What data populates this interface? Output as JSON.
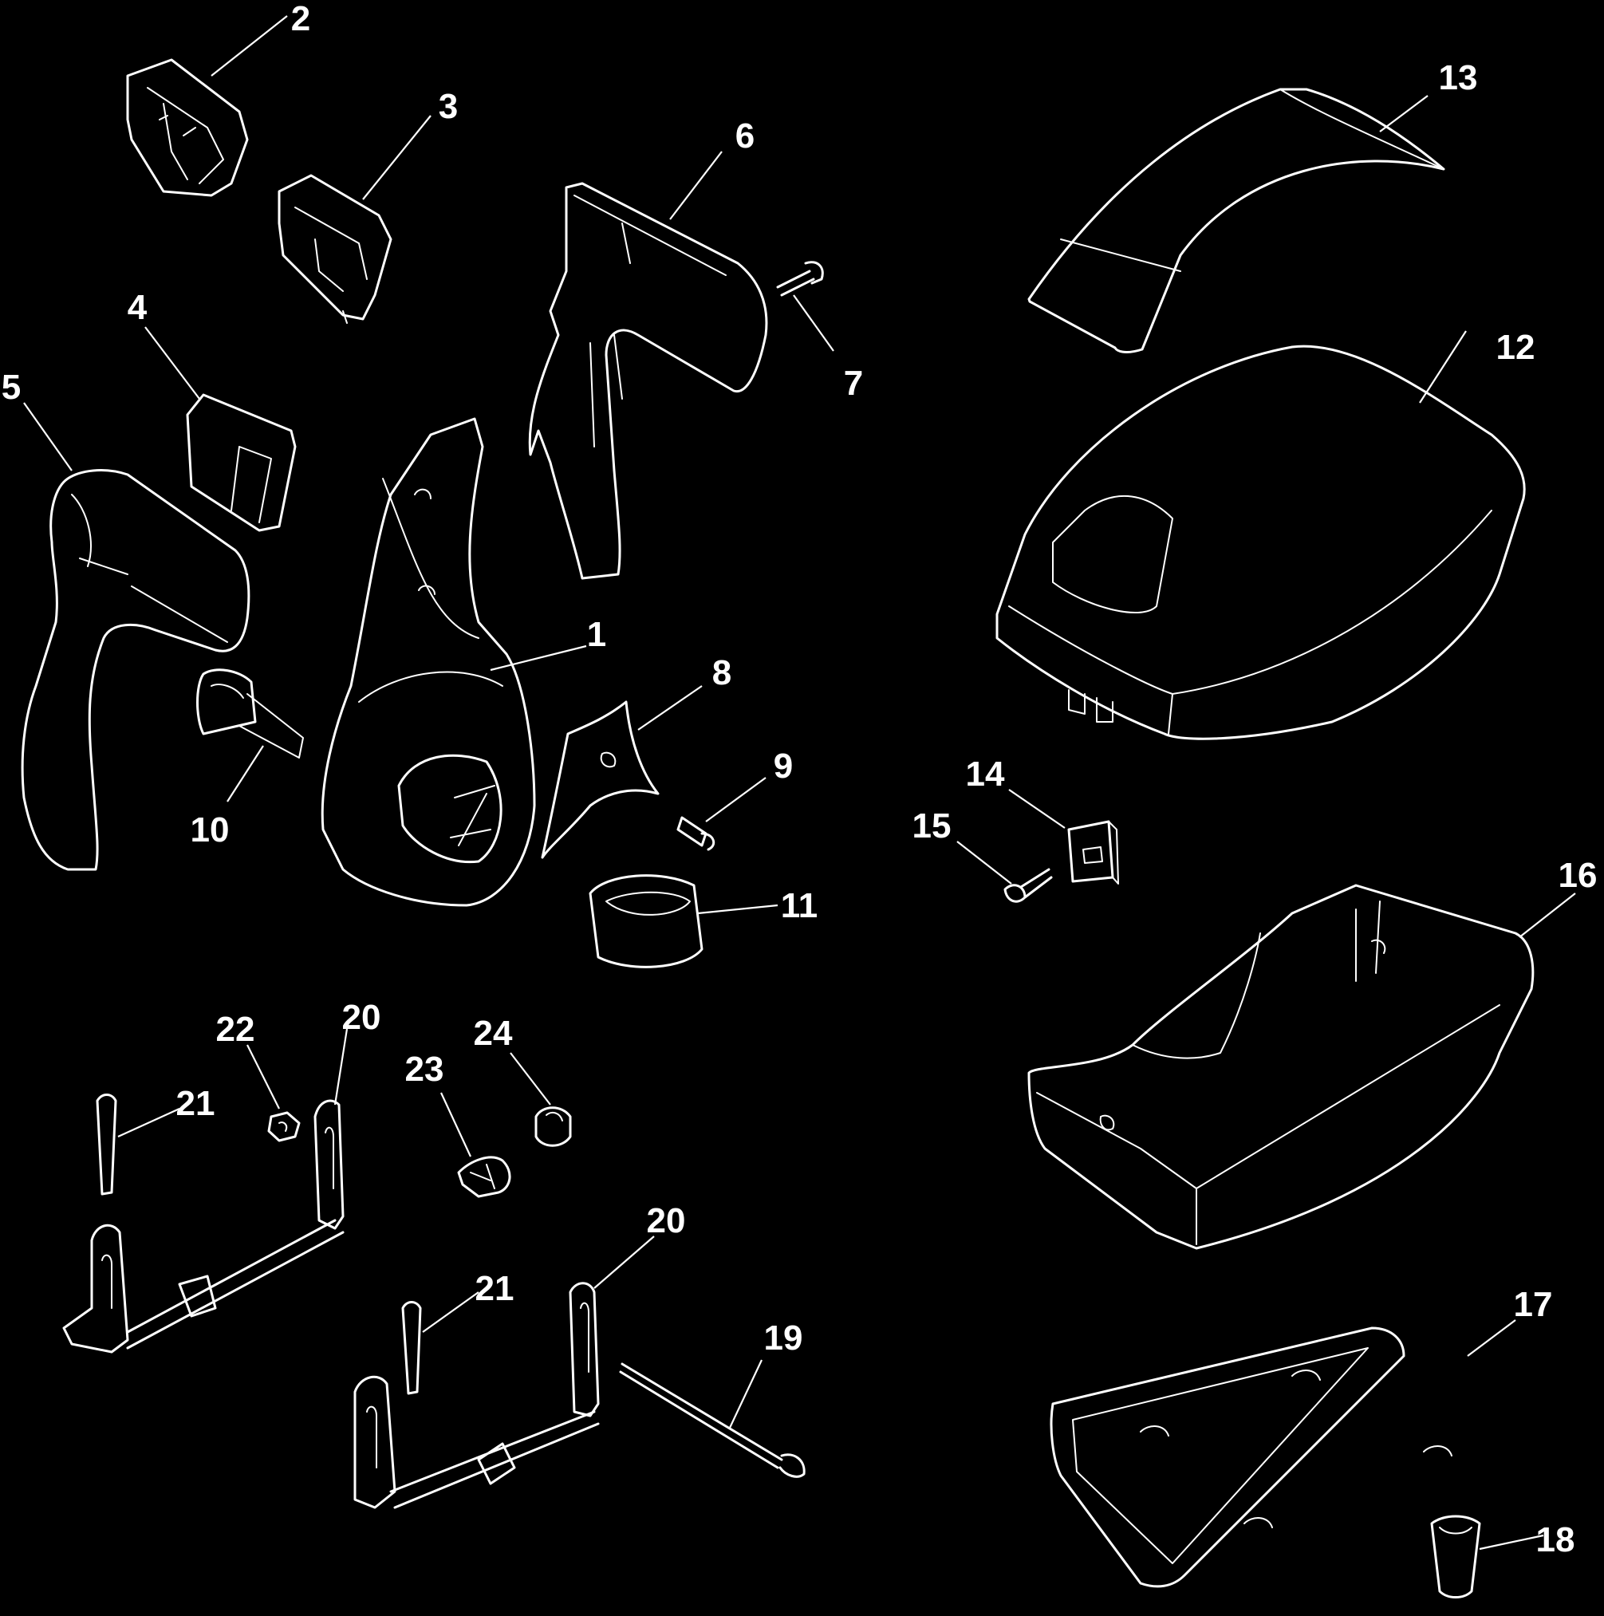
{
  "colors": {
    "background": "#000000",
    "line": "#ffffff"
  },
  "callouts": {
    "c1": "1",
    "c2": "2",
    "c3": "3",
    "c4": "4",
    "c5": "5",
    "c6": "6",
    "c7": "7",
    "c8": "8",
    "c9": "9",
    "c10": "10",
    "c11": "11",
    "c12": "12",
    "c13": "13",
    "c14": "14",
    "c15": "15",
    "c16": "16",
    "c17": "17",
    "c18": "18",
    "c19": "19",
    "c20a": "20",
    "c20b": "20",
    "c21a": "21",
    "c21b": "21",
    "c22": "22",
    "c23": "23",
    "c24": "24"
  }
}
